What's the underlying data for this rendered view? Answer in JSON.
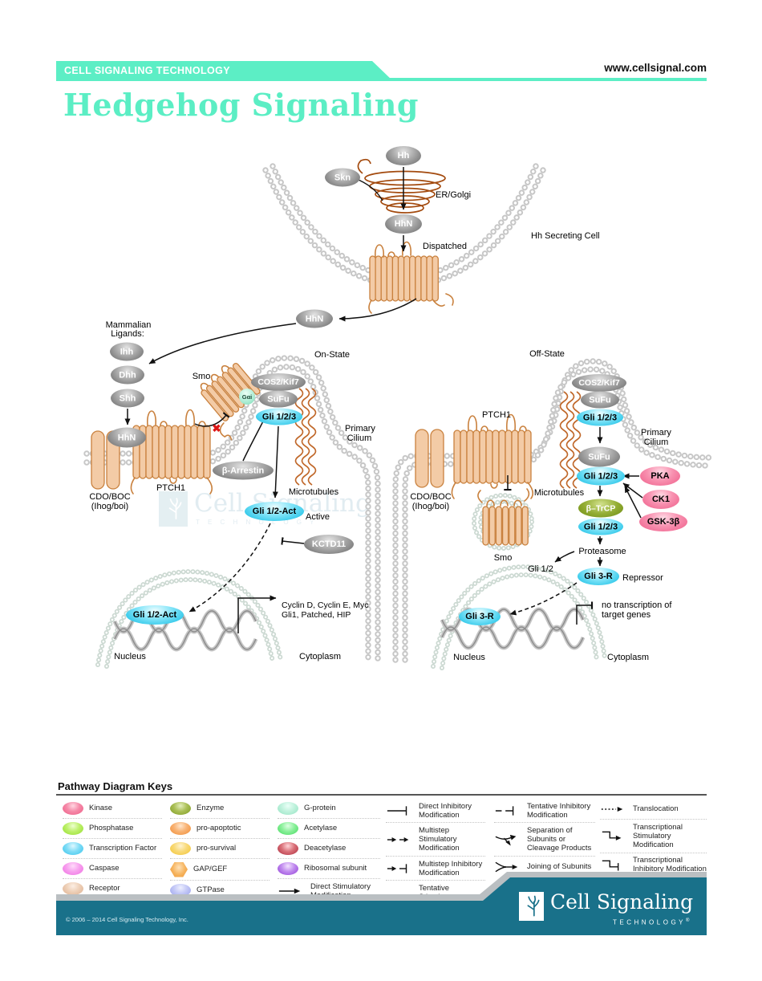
{
  "header": {
    "brand": "CELL SIGNALING TECHNOLOGY",
    "website": "www.cellsignal.com",
    "title": "Hedgehog Signaling"
  },
  "colors": {
    "accent_mint": "#5ceec5",
    "footer_teal": "#19718a",
    "membrane_gray": "#c7c7c7",
    "nucleus_membrane": "#ccd9d2",
    "protein_tan": "#f3cba6",
    "protein_outline": "#c9813e",
    "microtubule_orange": "#c0682a",
    "er_golgi_brown": "#a34a0e",
    "node_gray": "#8f8f8f",
    "node_cyan": "#3fcdef",
    "node_pink": "#f4799b",
    "node_olive": "#85a226",
    "inhibit_red": "#dd1515"
  },
  "diagram": {
    "nodes": {
      "hh": "Hh",
      "skn": "Skn",
      "hhn": "HhN",
      "ihh": "Ihh",
      "dhh": "Dhh",
      "shh": "Shh",
      "cos2": "COS2/Kif7",
      "sufu": "SuFu",
      "gli123": "Gli 1/2/3",
      "gai": "Gαi",
      "b_arrestin": "β-Arrestin",
      "gli12_act": "Gli 1/2-Act",
      "kctd11": "KCTD11",
      "pka": "PKA",
      "ck1": "CK1",
      "gsk3b": "GSK-3β",
      "b_trcp": "β–TrCP",
      "gli3r": "Gli 3-R"
    },
    "labels": {
      "er_golgi": "ER/Golgi",
      "dispatched": "Dispatched",
      "secreting_cell": "Hh Secreting Cell",
      "mammalian_1": "Mammalian",
      "mammalian_2": "Ligands:",
      "on_state": "On-State",
      "off_state": "Off-State",
      "smo": "Smo",
      "ptch1": "PTCH1",
      "cdo_1": "CDO/BOC",
      "cdo_2": "(Ihog/boi)",
      "primary_1": "Primary",
      "primary_2": "Cilium",
      "microtubules": "Microtubules",
      "active": "Active",
      "genes_1": "Cyclin D, Cyclin E, Myc",
      "genes_2": "Gli1, Patched, HIP",
      "nucleus": "Nucleus",
      "cytoplasm": "Cytoplasm",
      "proteasome": "Proteasome",
      "gli12_degraded": "Gli 1/2",
      "repressor": "Repressor",
      "notrans_1": "no transcription of",
      "notrans_2": "target genes",
      "inhibit_x": "✖"
    },
    "watermark": {
      "name": "Cell Signaling",
      "sub": "T E C H N O L O G Y"
    }
  },
  "legend": {
    "title": "Pathway Diagram Keys",
    "c1": [
      {
        "label": "Kinase",
        "color": "#ee5c86"
      },
      {
        "label": "Phosphatase",
        "color": "#93dd2e"
      },
      {
        "label": "Transcription Factor",
        "color": "#38c4ec"
      },
      {
        "label": "Caspase",
        "color": "#ef6de2"
      },
      {
        "label": "Receptor",
        "color": "#ddb090"
      }
    ],
    "c2": [
      {
        "label": "Enzyme",
        "color": "#7d9a23"
      },
      {
        "label": "pro-apoptotic",
        "color": "#f08c35"
      },
      {
        "label": "pro-survival",
        "color": "#f3c432"
      },
      {
        "label": "GAP/GEF",
        "color": "#ee9430",
        "shape": "hexagon"
      },
      {
        "label": "GTPase",
        "color": "#9aa2ec"
      }
    ],
    "c3": [
      {
        "label": "G-protein",
        "color": "#94e2c2"
      },
      {
        "label": "Acetylase",
        "color": "#44d95e"
      },
      {
        "label": "Deacetylase",
        "color": "#ac2b3d"
      },
      {
        "label": "Ribosomal subunit",
        "color": "#9240d8"
      },
      {
        "label": "Direct Stimulatory Modification",
        "symbol": "arrow-solid"
      }
    ],
    "c4": [
      {
        "label": "Direct Inhibitory Modification",
        "symbol": "tbar-solid"
      },
      {
        "label": "Multistep Stimulatory Modification",
        "symbol": "arrow-multistep"
      },
      {
        "label": "Multistep Inhibitory Modification",
        "symbol": "tbar-multistep"
      },
      {
        "label": "Tentative Stimulatory Modification",
        "symbol": "arrow-dashed"
      }
    ],
    "c5": [
      {
        "label": "Tentative Inhibitory Modification",
        "symbol": "tbar-dashed"
      },
      {
        "label": "Separation of Subunits or Cleavage Products",
        "symbol": "separation"
      },
      {
        "label": "Joining of Subunits",
        "symbol": "joining"
      }
    ],
    "c6": [
      {
        "label": "Translocation",
        "symbol": "arrow-dotted"
      },
      {
        "label": "Transcriptional Stimulatory Modification",
        "symbol": "transcriptional-arrow"
      },
      {
        "label": "Transcriptional Inhibitory Modification",
        "symbol": "transcriptional-tbar"
      }
    ]
  },
  "footer": {
    "copyright": "© 2006 – 2014 Cell Signaling Technology, Inc.",
    "logo_name": "Cell Signaling",
    "logo_sub": "TECHNOLOGY",
    "reg": "®"
  }
}
